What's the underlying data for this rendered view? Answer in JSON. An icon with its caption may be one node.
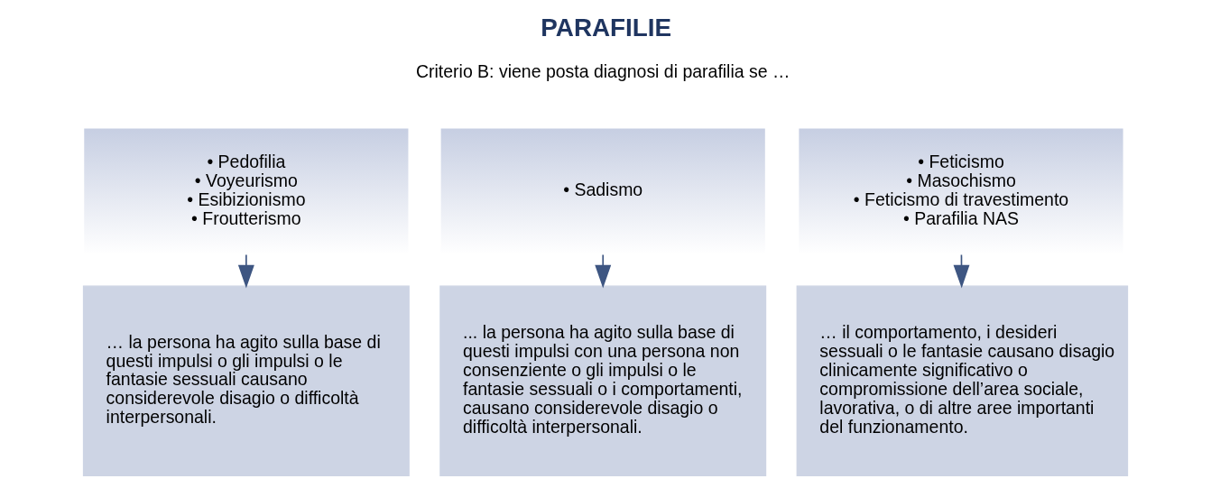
{
  "diagram": {
    "title": "PARAFILIE",
    "nodes": [
      {
        "text": [
          "• Pedofilia",
          "• Voyeurismo",
          "• Esibizionismo",
          "• Froutterismo"
        ]
      },
      {
        "text": [
          "• Sadismo"
        ]
      },
      {
        "text": [
          "• Feticismo",
          "• Masochismo",
          "• Feticismo di travestimento",
          "• Parafilia NAS"
        ]
      },
      {
        "text": [
          "… la persona ha agito sulla base di questi impulsi o gli impulsi o le fantasie sessuali causano considerevole disagio o difficoltà interpersonali."
        ]
      },
      {
        "text": [
          "... la persona ha agito sulla base di questi impulsi con una persona non consenziente o gli impulsi o le fantasie sessuali o i comportamenti, causano considerevole disagio o difficoltà interpersonali."
        ]
      },
      {
        "text": [
          "… il comportamento, i desideri sessuali o le fantasie causano disagio clinicamente significativo o compromissione dell’area sociale, lavorativa, o di altre aree importanti del funzionamento."
        ]
      }
    ],
    "edges": [
      {
        "from": 0,
        "to": 3,
        "arrow": "to"
      },
      {
        "from": 1,
        "to": 4,
        "arrow": "to"
      },
      {
        "from": 2,
        "to": 5,
        "arrow": "to"
      }
    ],
    "labels": [
      "Criterio B: viene posta diagnosi di parafilia se …"
    ]
  }
}
